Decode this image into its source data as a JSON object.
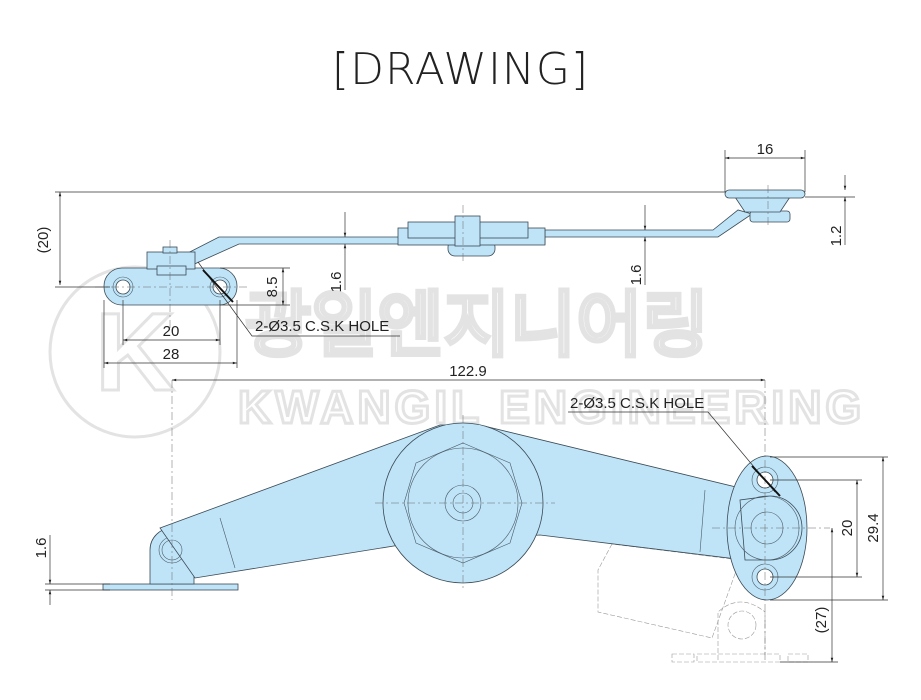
{
  "title": "[DRAWING]",
  "watermark": {
    "logo_letter": "K",
    "korean": "광일엔지니어링",
    "english": "KWANGIL ENGINEERING"
  },
  "top_view": {
    "dims": {
      "height_ref": "(20)",
      "thickness_left": "1.6",
      "thickness_right": "1.6",
      "plate_height": "8.5",
      "hole_pitch": "20",
      "plate_length": "28",
      "flange_width": "16",
      "flange_thickness": "1.2"
    },
    "hole_note": "2-Ø3.5 C.S.K HOLE"
  },
  "side_view": {
    "dims": {
      "overall_length": "122.9",
      "base_thickness": "1.6",
      "hole_pitch": "20",
      "plate_height": "29.4",
      "offset_ref": "(27)"
    },
    "hole_note": "2-Ø3.5 C.S.K HOLE"
  },
  "colors": {
    "part_fill": "#bfe4f7",
    "line": "#333333"
  }
}
